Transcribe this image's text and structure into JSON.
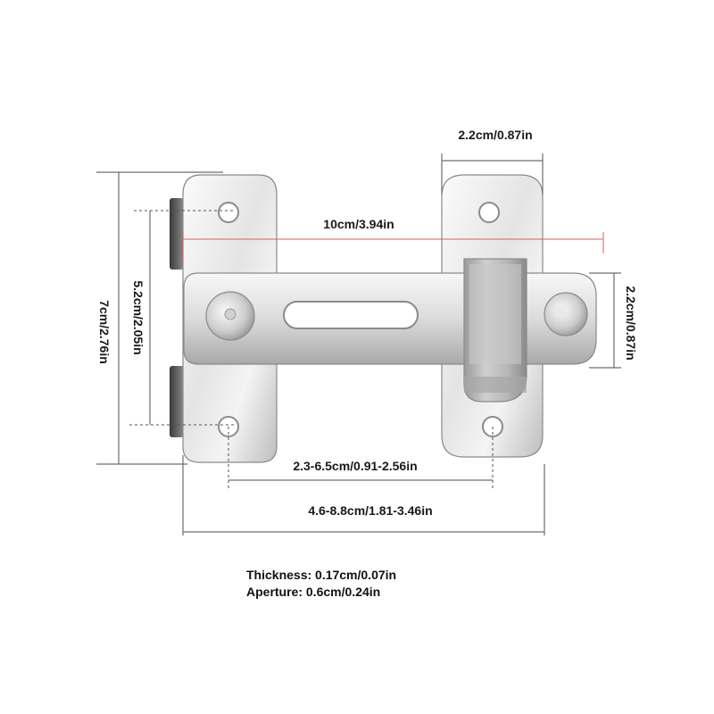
{
  "dimensions": {
    "width_right_plate": "2.2cm/0.87in",
    "overall_length": "10cm/3.94in",
    "height_left_plate": "7cm/2.76in",
    "hole_spacing": "5.2cm/2.05in",
    "bar_height": "2.2cm/0.87in",
    "hole_distance_range": "2.3-6.5cm/0.91-2.56in",
    "total_span_range": "4.6-8.8cm/1.81-3.46in"
  },
  "specs": {
    "thickness": "Thickness: 0.17cm/0.07in",
    "aperture": "Aperture: 0.6cm/0.24in"
  },
  "colors": {
    "metal_light": "#f2f2f2",
    "metal_mid": "#c9c9c9",
    "metal_dark": "#8c8c8c",
    "guide_red": "#e25a5a",
    "dimension_gray": "#6e6e6e"
  }
}
